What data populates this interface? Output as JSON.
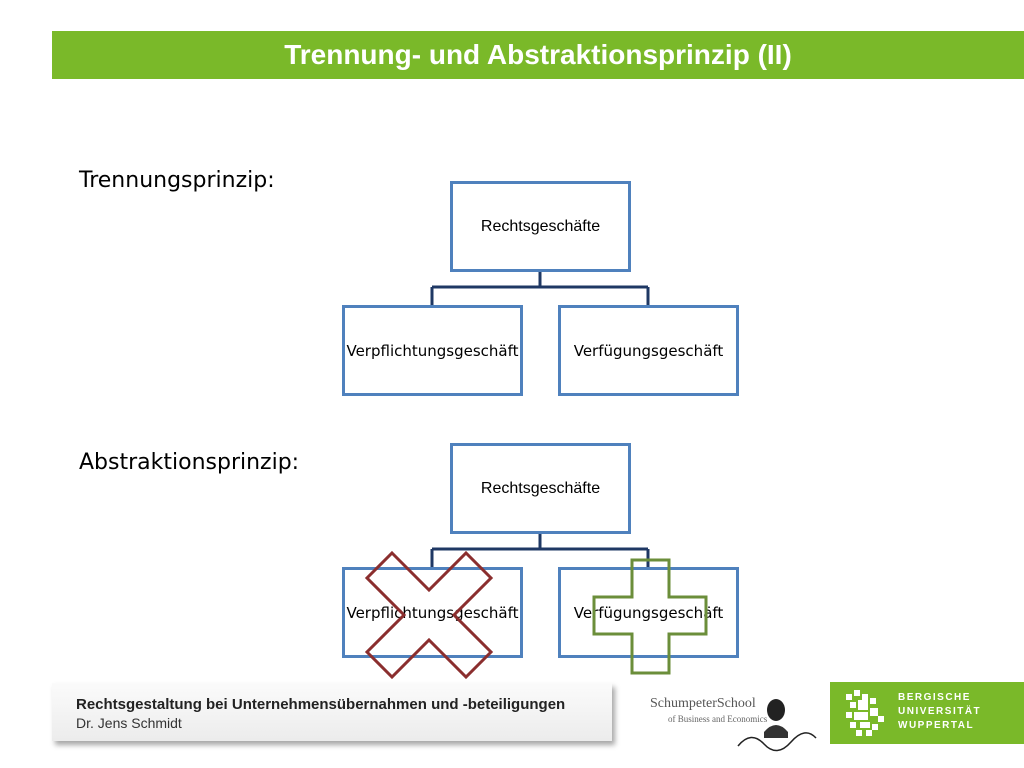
{
  "slide": {
    "title": "Trennung- und Abstraktionsprinzip (II)"
  },
  "sections": {
    "trennung_label": "Trennungsprinzip:",
    "abstraktion_label": "Abstraktionsprinzip:"
  },
  "diagram_top": {
    "root": "Rechtsgeschäfte",
    "left": "Verpflichtungsgeschäft",
    "right": "Verfügungsgeschäft"
  },
  "diagram_bottom": {
    "root": "Rechtsgeschäfte",
    "left": "Verpflichtungsgeschäft",
    "right": "Verfügungsgeschäft",
    "left_mark": "cross",
    "right_mark": "plus"
  },
  "footer": {
    "course": "Rechtsgestaltung bei Unternehmensübernahmen und -beteiligungen",
    "author": "Dr. Jens Schmidt"
  },
  "logos": {
    "school_name": "SchumpeterSchool",
    "school_sub": "of Business and Economics",
    "university_lines": [
      "BERGISCHE",
      "UNIVERSITÄT",
      "WUPPERTAL"
    ]
  },
  "colors": {
    "accent_green": "#7ab929",
    "box_border": "#4f81bd",
    "connector": "#1f3864",
    "cross_red": "#8b2e2e",
    "plus_green": "#6b8e3a"
  }
}
